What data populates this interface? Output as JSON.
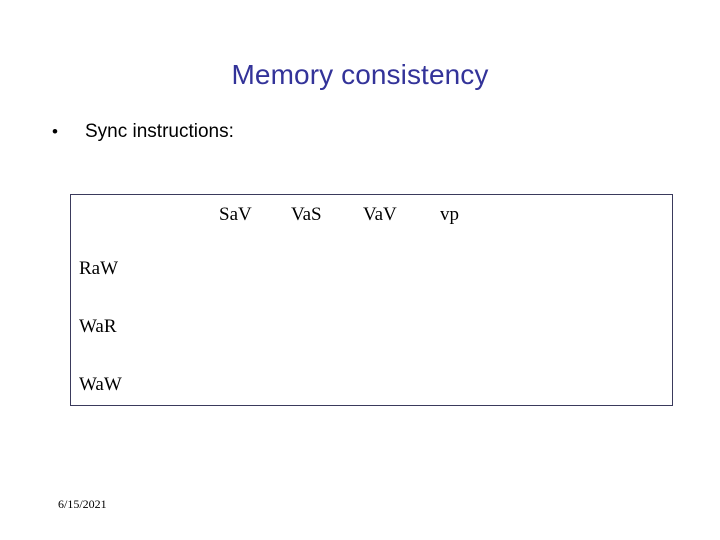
{
  "slide": {
    "title": "Memory consistency",
    "background_color": "#ffffff",
    "title_color": "#333399",
    "bullets": [
      {
        "marker": "•",
        "text": "Sync instructions:"
      }
    ],
    "footer": {
      "date": "6/15/2021"
    }
  },
  "matrix": {
    "border_color": "#3a3a5c",
    "columns": [
      "SaV",
      "VaS",
      "VaV",
      "vp"
    ],
    "rows": [
      {
        "label": "RaW",
        "cells": [
          "",
          "",
          "",
          ""
        ]
      },
      {
        "label": "WaR",
        "cells": [
          "",
          "",
          "",
          ""
        ]
      },
      {
        "label": "WaW",
        "cells": [
          "",
          "",
          "",
          ""
        ]
      }
    ]
  }
}
